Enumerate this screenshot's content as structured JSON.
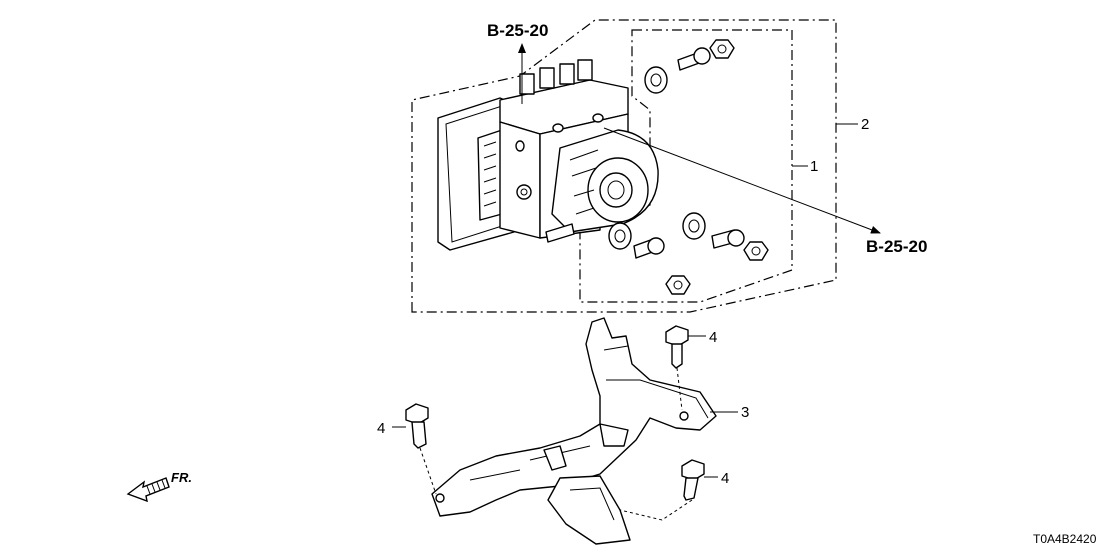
{
  "diagram": {
    "ref_top": "B-25-20",
    "ref_right": "B-25-20",
    "callouts": {
      "c1": "1",
      "c2": "2",
      "c3": "3",
      "c4a": "4",
      "c4b": "4",
      "c4c": "4"
    },
    "front_indicator": "FR.",
    "drawing_code": "T0A4B2420"
  }
}
